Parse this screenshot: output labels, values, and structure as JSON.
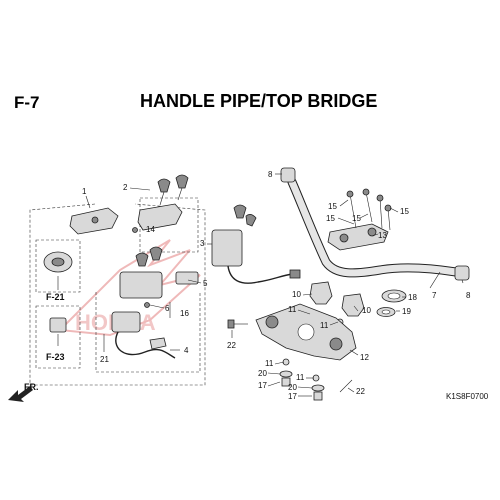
{
  "header": {
    "section": "F-7",
    "title": "HANDLE PIPE/TOP BRIDGE"
  },
  "callouts": [
    "1",
    "2",
    "3",
    "4",
    "5",
    "6",
    "7",
    "8",
    "8",
    "10",
    "10",
    "11",
    "11",
    "11",
    "11",
    "12",
    "13",
    "14",
    "15",
    "15",
    "15",
    "15",
    "16",
    "17",
    "17",
    "18",
    "19",
    "20",
    "20",
    "21",
    "22",
    "22"
  ],
  "refs": {
    "ref_a": "F-21",
    "ref_b": "F-23",
    "front_marker": "FR.",
    "drawing_code": "K1S8F0700"
  },
  "watermark": "HONDA",
  "colors": {
    "parts": "#d9d9d9",
    "parts_dark": "#8a8a8a",
    "watermark": "#d33a3a"
  }
}
